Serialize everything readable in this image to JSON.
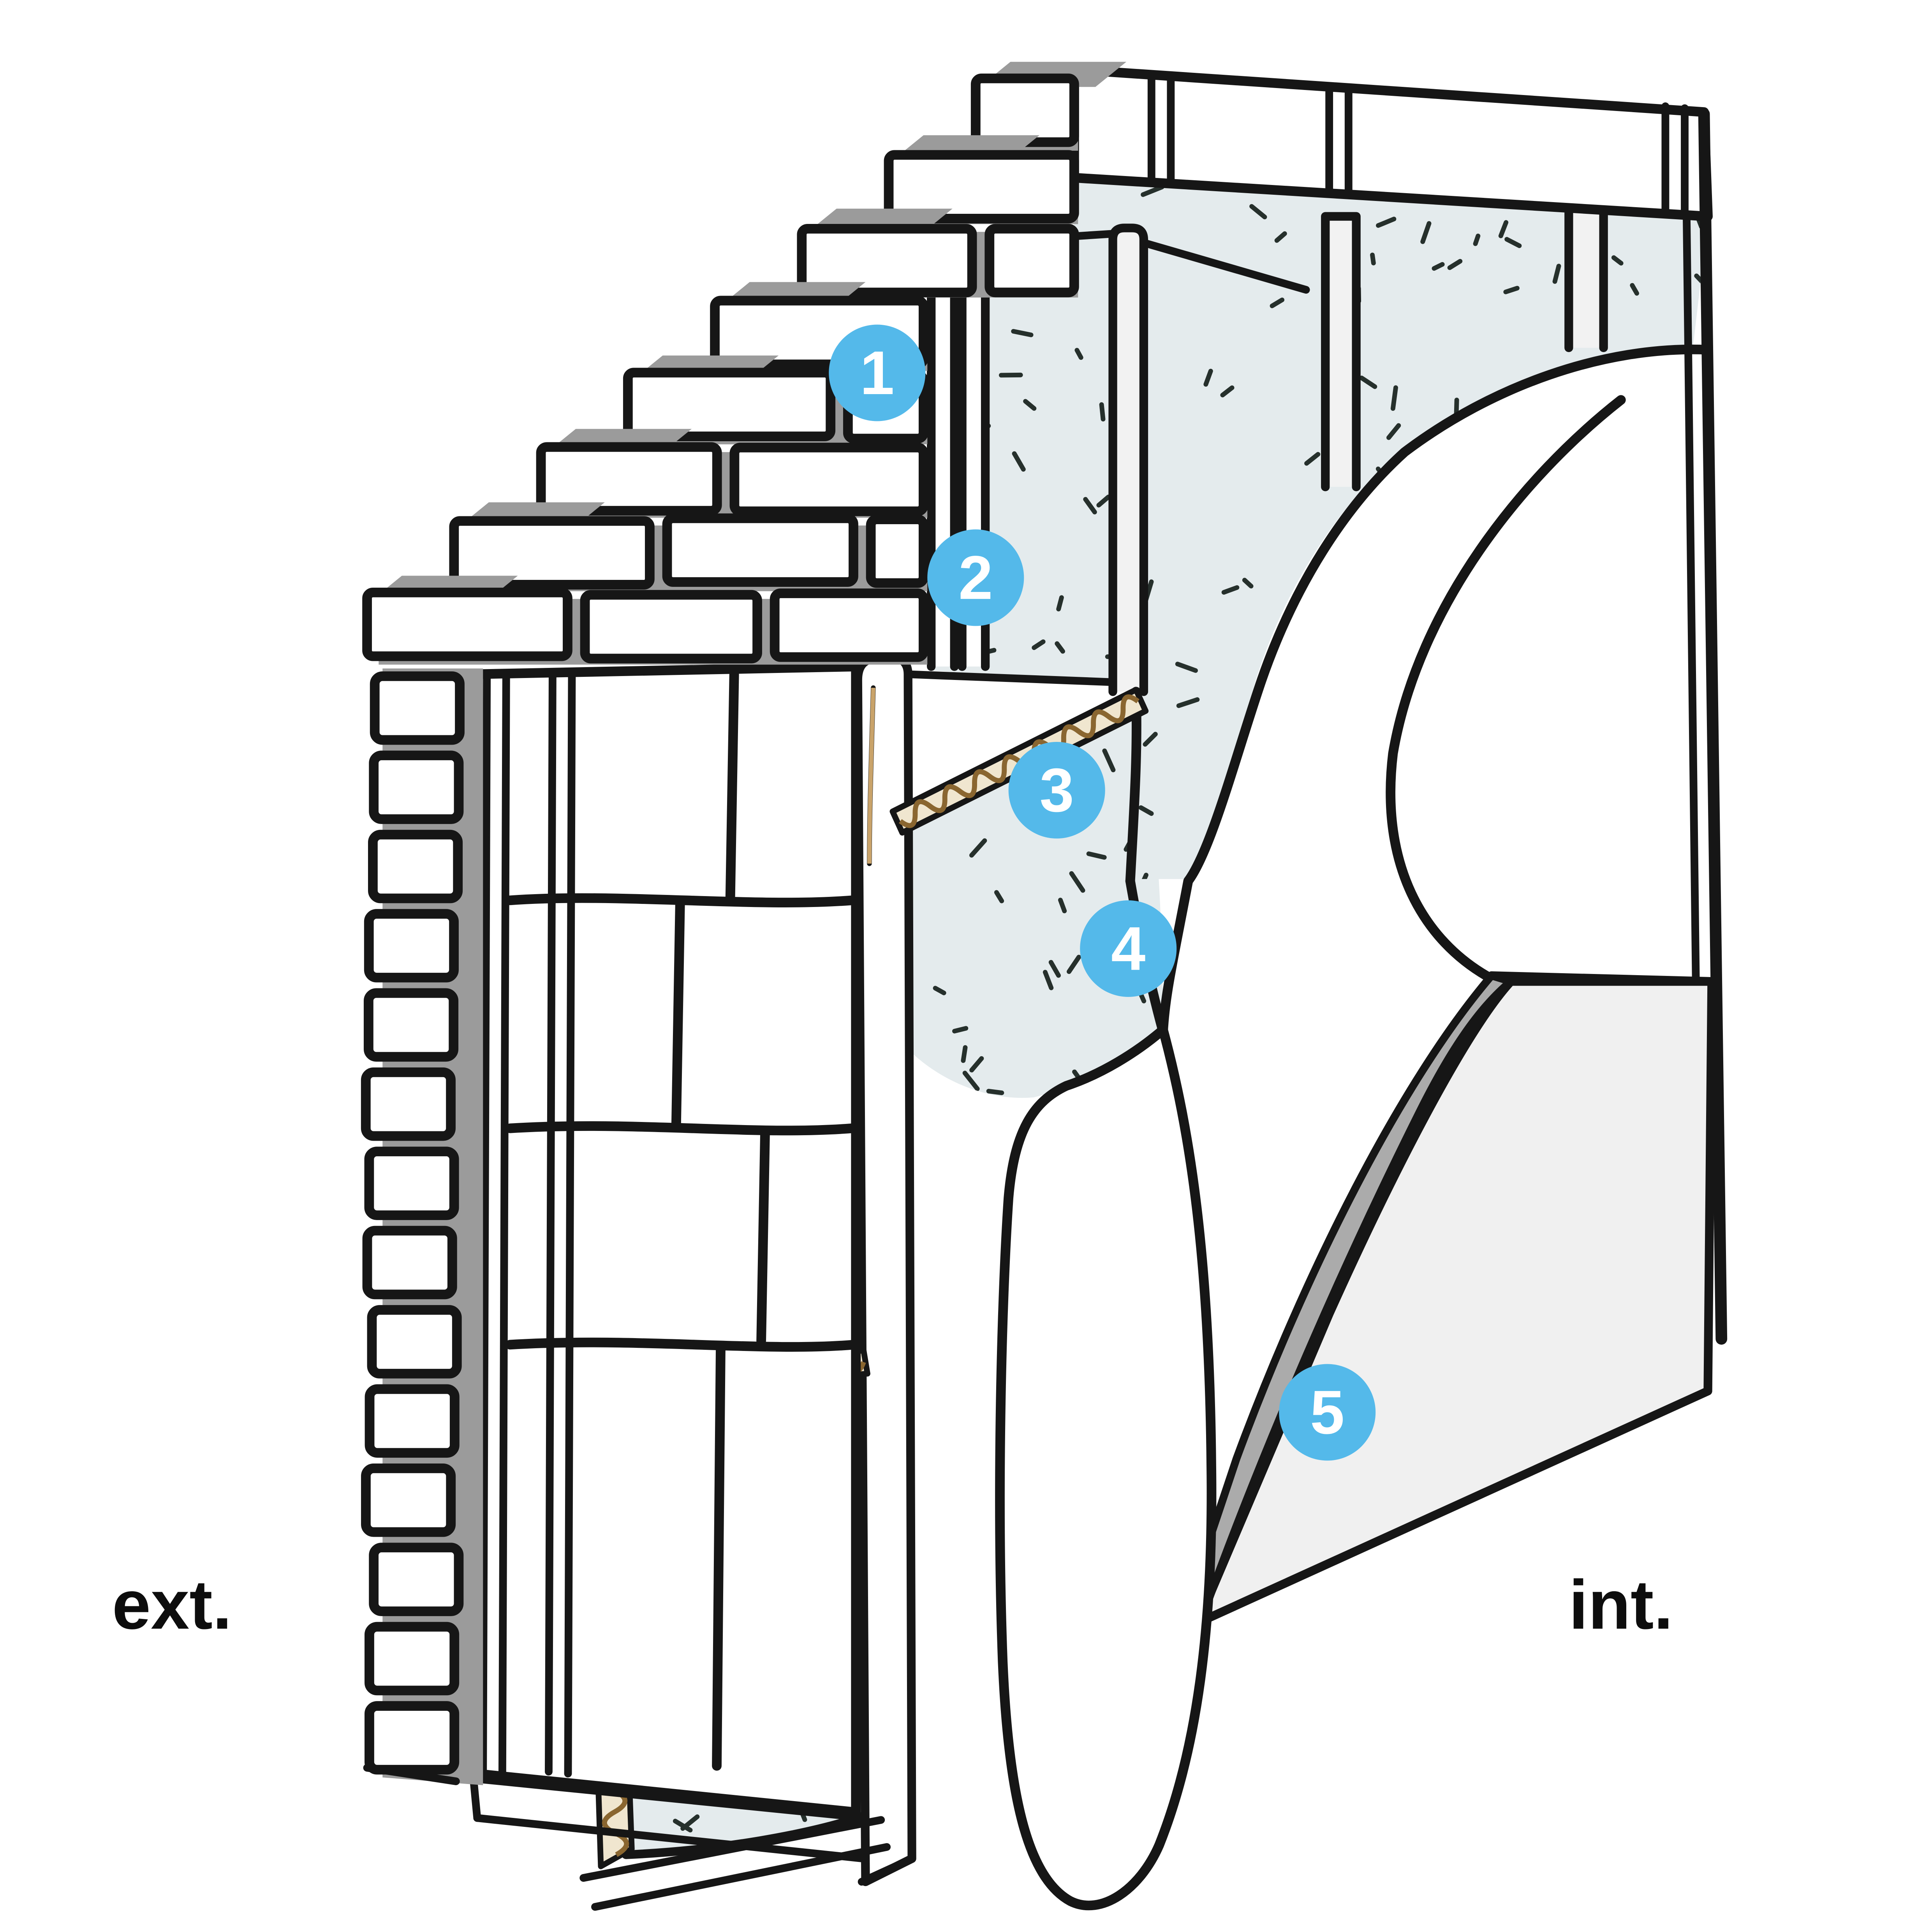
{
  "diagram": {
    "title": "wall-assembly-cutaway",
    "callouts": [
      {
        "number": "1"
      },
      {
        "number": "2"
      },
      {
        "number": "3"
      },
      {
        "number": "4"
      },
      {
        "number": "5"
      }
    ],
    "side_labels": {
      "exterior": "ext.",
      "interior": "int."
    },
    "colors": {
      "callout_blue": "#54B9EA",
      "insulation_fill": "#E4EBED",
      "mortar_gray": "#9B9B9B",
      "panel_face_gray": "#F0F0F0",
      "panel_edge_gray": "#ABABAB",
      "plank_fill": "#F2F2F2",
      "timber_brown": "#8A6630",
      "timber_band_cream": "#F0E6CF",
      "outline": "#161616"
    }
  }
}
